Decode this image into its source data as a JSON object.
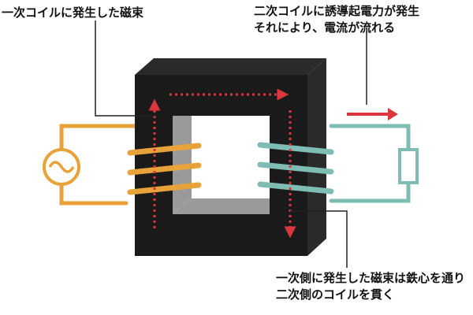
{
  "labels": {
    "primary_flux": "一次コイルに発生した磁束",
    "secondary_induced": {
      "line1": "二次コイルに誘導起電力が発生",
      "line2": "それにより、電流が流れる"
    },
    "flux_through_core": {
      "line1": "一次側に発生した磁束は鉄心を通り",
      "line2": "二次側のコイルを貫く"
    }
  },
  "colors": {
    "primary_coil": "#e8a23a",
    "secondary_coil": "#7ebcb4",
    "flux_arrow": "#d9363e",
    "core": "#1a1a1a",
    "core_inner": "#9a9a9a",
    "leader_line": "#222222"
  },
  "icons": {
    "source": "ac-source-icon",
    "load": "resistor-icon",
    "current": "current-arrow-icon"
  }
}
